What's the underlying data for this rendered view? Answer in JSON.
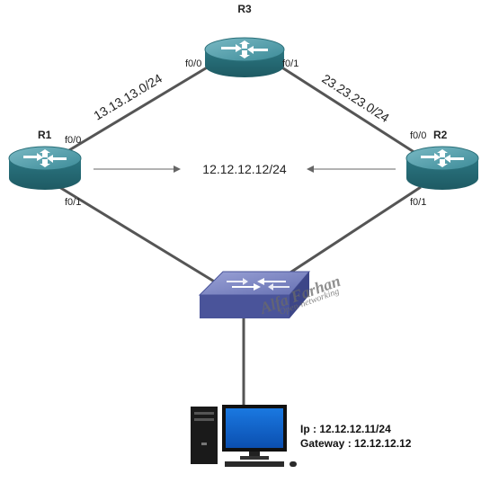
{
  "routers": {
    "r1": {
      "name": "R1",
      "port_top": "f0/0",
      "port_bottom": "f0/1"
    },
    "r2": {
      "name": "R2",
      "port_top": "f0/0",
      "port_bottom": "f0/1"
    },
    "r3": {
      "name": "R3",
      "port_left": "f0/0",
      "port_right": "f0/1"
    }
  },
  "links": {
    "r1_r3_subnet": "13.13.13.0/24",
    "r3_r2_subnet": "23.23.23.0/24"
  },
  "virtual_ip": "12.12.12.12/24",
  "watermark": {
    "name": "Alfa Farhan",
    "site": "Open-networking"
  },
  "host": {
    "ip_line": "Ip : 12.12.12.11/24",
    "gateway_line": "Gateway : 12.12.12.12"
  },
  "colors": {
    "router_body": "#2f7f8c",
    "router_top": "#5aa0ad",
    "switch_body": "#5661a6",
    "switch_top": "#8891c9",
    "link": "#555555"
  }
}
